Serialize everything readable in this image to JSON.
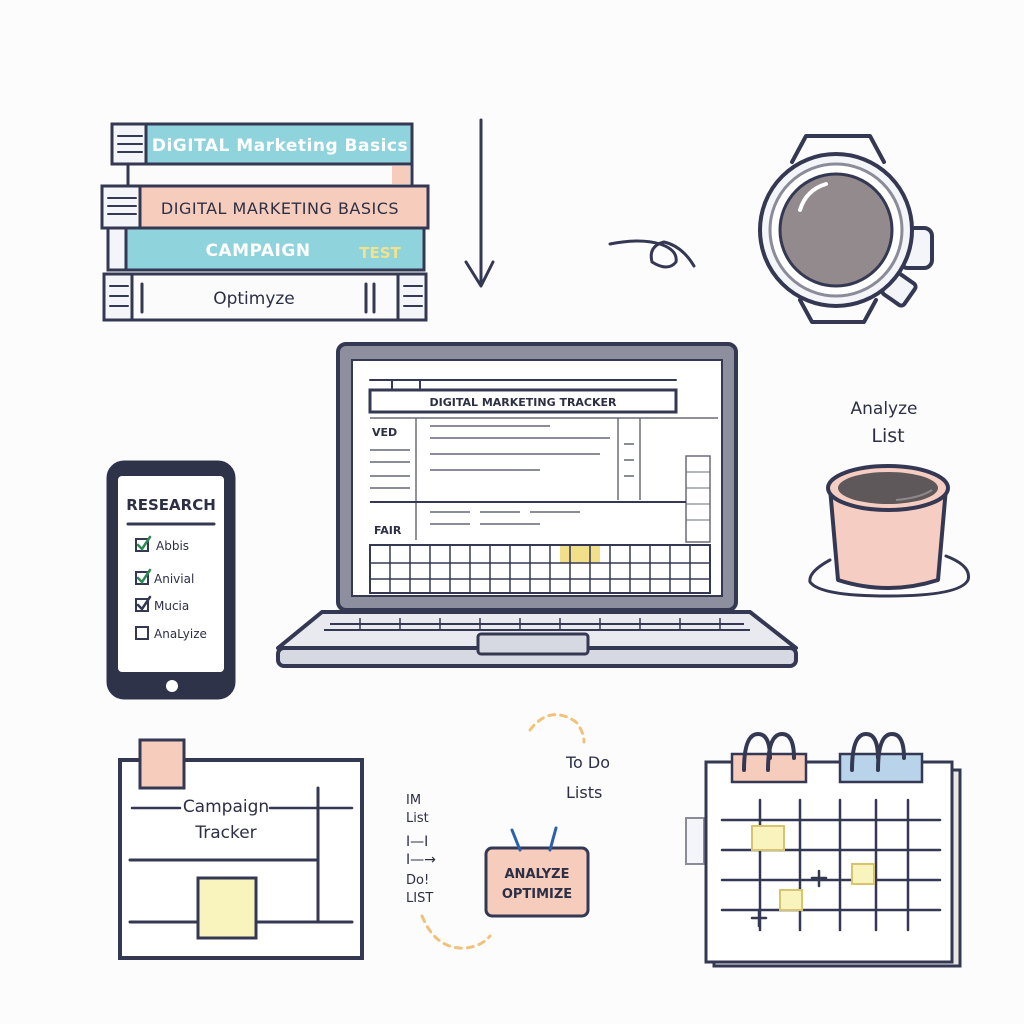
{
  "books": [
    {
      "title": "DiGITAL Marketing Basics",
      "color": "#8fd3dc"
    },
    {
      "title": "DIGITAL MARKETING BASICS",
      "color": "#f6cdbd"
    },
    {
      "title": "CAMPAIGN",
      "tag": "TEST",
      "color": "#8fd3dc"
    },
    {
      "title": "Optimyze",
      "color": "#fbfbfb"
    }
  ],
  "laptop": {
    "header": "DIGITAL MARKETING TRACKER",
    "row_label_1": "VED",
    "row_label_2": "FAIR"
  },
  "phone": {
    "heading": "RESEARCH",
    "items": [
      {
        "label": "Abbis",
        "checked": true
      },
      {
        "label": "Anivial",
        "checked": true
      },
      {
        "label": "Mucia",
        "checked": true
      },
      {
        "label": "AnaLyize",
        "checked": false
      }
    ]
  },
  "cup_note": {
    "line1": "Analyze",
    "line2": "List"
  },
  "board": {
    "line1": "Campaign",
    "line2": "Tracker"
  },
  "notes_left": [
    "IM",
    "List",
    "I—I",
    "I—→",
    "Do!",
    "LIST"
  ],
  "todo_note": {
    "line1": "To Do",
    "line2": "Lists"
  },
  "sticky_card": {
    "line1": "ANALYZE",
    "line2": "OPTIMIZE"
  },
  "colors": {
    "ink": "#353852",
    "teal": "#8fd3dc",
    "peach": "#f6cdbd",
    "yellow": "#f9f3bd",
    "blue_tab": "#b9d3ea",
    "gold_dash": "#f0c27a"
  }
}
